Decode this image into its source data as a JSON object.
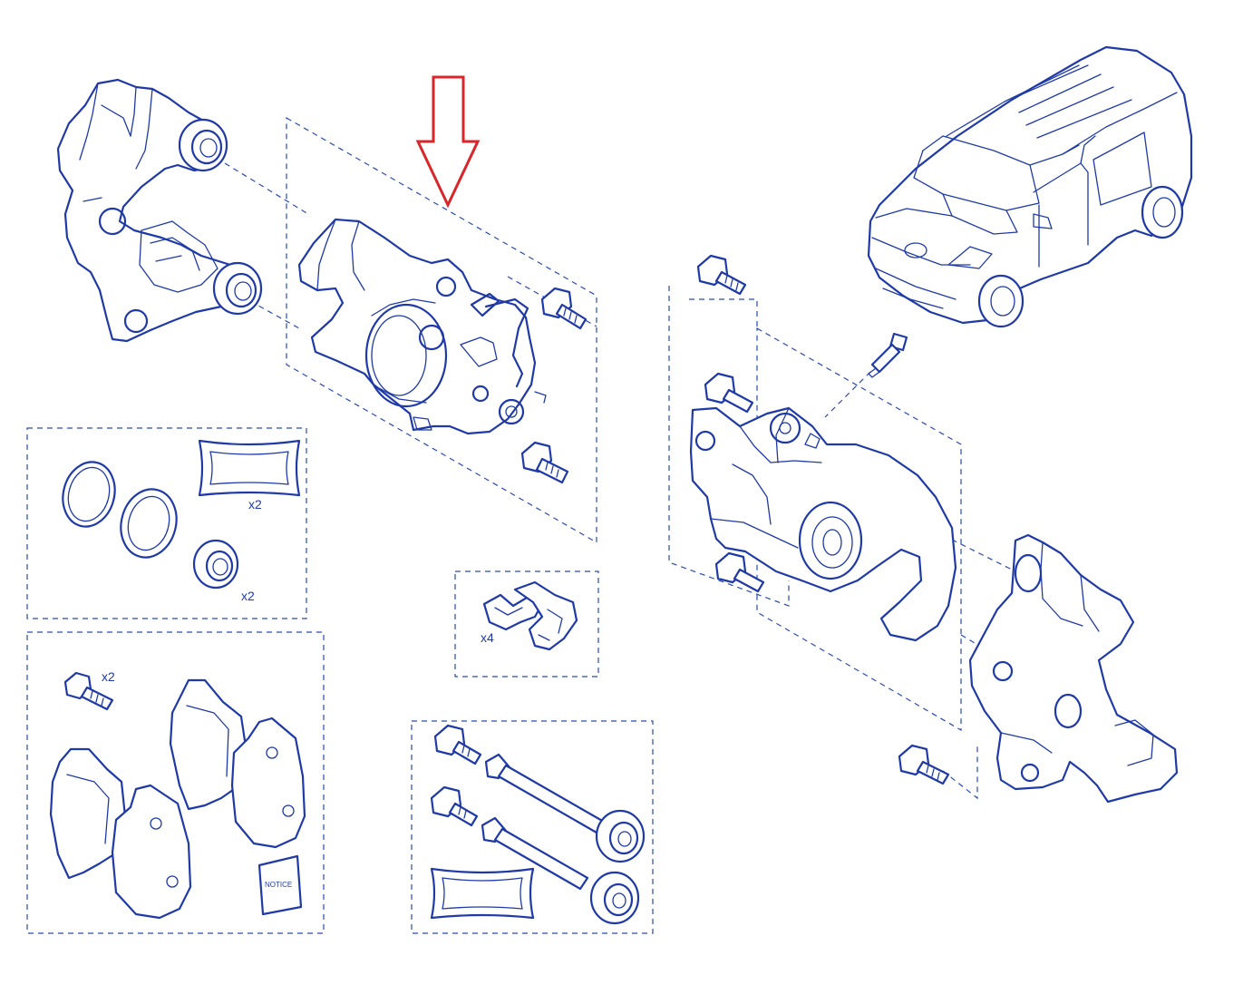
{
  "labels": {
    "qty_pad_x2": "x2",
    "qty_seal_x2": "x2",
    "qty_bolt_x2": "x2",
    "qty_clip_x4": "x4",
    "notice": "NOTICE"
  },
  "colors": {
    "line": "#1f3aa6",
    "arrow": "#d9262a",
    "background": "#ffffff"
  }
}
